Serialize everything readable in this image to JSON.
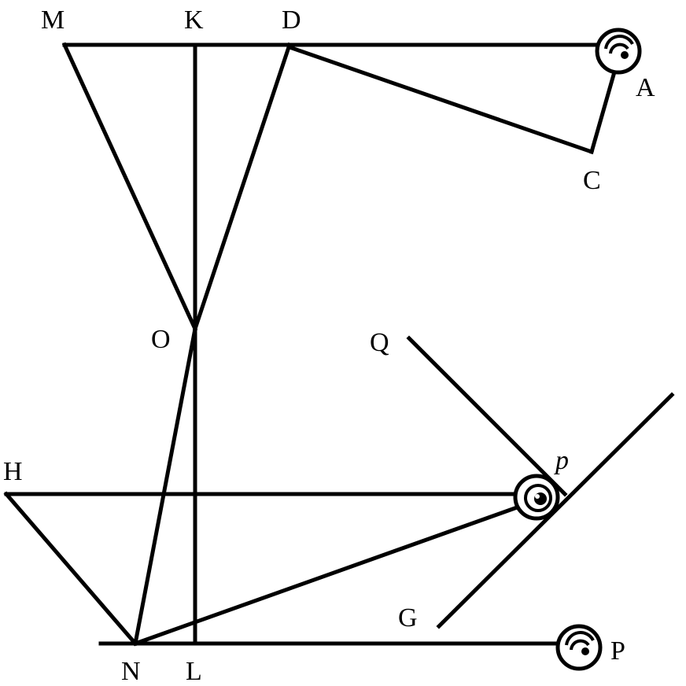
{
  "diagram": {
    "labels": {
      "M": "M",
      "K": "K",
      "D": "D",
      "A": "A",
      "C": "C",
      "O": "O",
      "Q": "Q",
      "p": "p",
      "H": "H",
      "G": "G",
      "N": "N",
      "L": "L",
      "P": "P"
    },
    "colors": {
      "ink": "#000000",
      "paper": "#ffffff"
    },
    "icons": {
      "eye_A": "eye-icon",
      "eye_p": "eye-icon",
      "eye_P": "eye-icon"
    }
  }
}
